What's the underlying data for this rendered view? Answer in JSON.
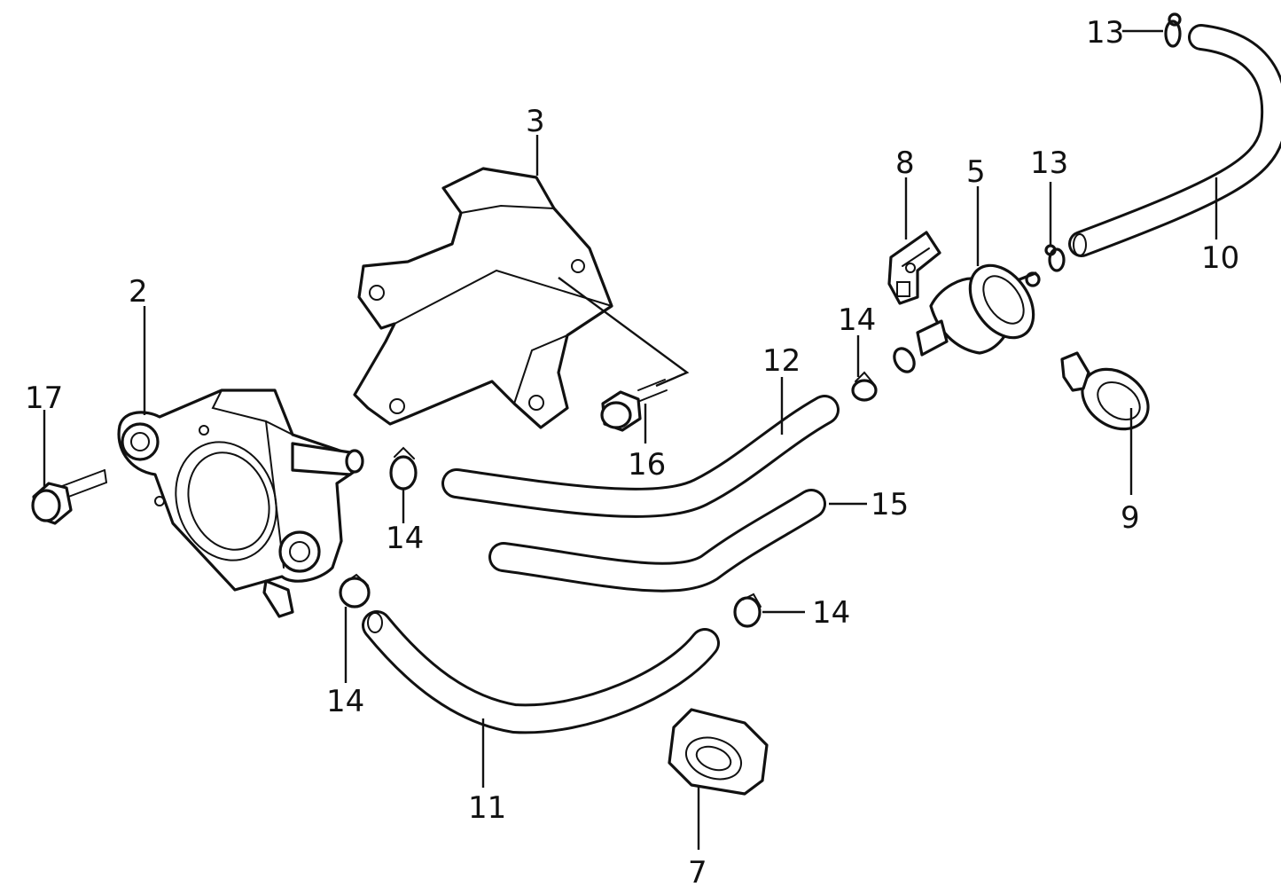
{
  "diagram": {
    "callouts": [
      {
        "id": "label-2",
        "text": "2"
      },
      {
        "id": "label-3",
        "text": "3"
      },
      {
        "id": "label-5",
        "text": "5"
      },
      {
        "id": "label-7",
        "text": "7"
      },
      {
        "id": "label-8",
        "text": "8"
      },
      {
        "id": "label-9",
        "text": "9"
      },
      {
        "id": "label-10",
        "text": "10"
      },
      {
        "id": "label-11",
        "text": "11"
      },
      {
        "id": "label-12",
        "text": "12"
      },
      {
        "id": "label-13-top",
        "text": "13"
      },
      {
        "id": "label-13-mid",
        "text": "13"
      },
      {
        "id": "label-14-a",
        "text": "14"
      },
      {
        "id": "label-14-b",
        "text": "14"
      },
      {
        "id": "label-14-c",
        "text": "14"
      },
      {
        "id": "label-14-d",
        "text": "14"
      },
      {
        "id": "label-15",
        "text": "15"
      },
      {
        "id": "label-16",
        "text": "16"
      },
      {
        "id": "label-17",
        "text": "17"
      }
    ]
  }
}
